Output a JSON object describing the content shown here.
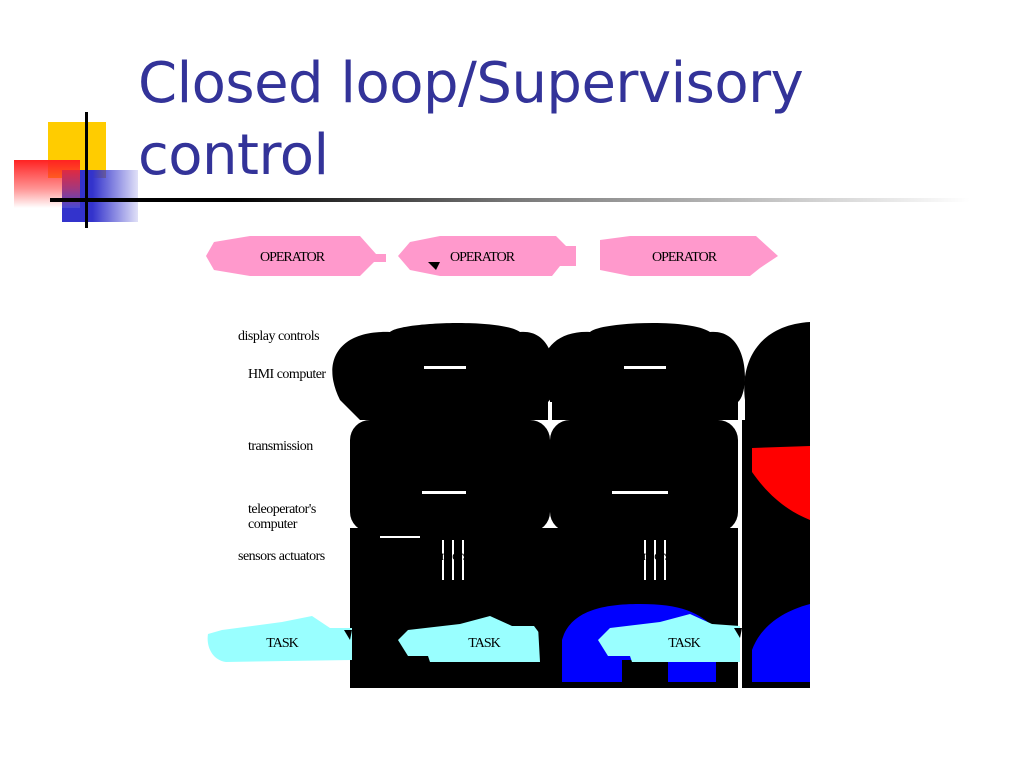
{
  "slide": {
    "title_line1": "Closed loop/Supervisory",
    "title_line2": "control"
  },
  "diagram": {
    "operators": [
      "OPERATOR",
      "OPERATOR",
      "OPERATOR"
    ],
    "tasks": [
      "TASK",
      "TASK",
      "TASK"
    ],
    "row_labels": {
      "display_controls": "display  controls",
      "hmi_computer": "HMI computer",
      "transmission": "transmission",
      "teleoperator_computer_1": "teleoperator's",
      "teleoperator_computer_2": "computer",
      "sensors_actuators": "sensors actuators"
    },
    "inner_labels": {
      "sensors_actuators_2": "sensors actuators",
      "sensors_actuators_3": "sensors actuators"
    }
  },
  "colors": {
    "title": "#333399",
    "operator_fill": "#FF99CC",
    "task_fill": "#99FFFF",
    "deco_yellow": "#FFCC00",
    "deco_red": "#FF0000",
    "deco_blue": "#3333CC",
    "blob_blue": "#0000FF",
    "blob_red": "#FF0000"
  }
}
